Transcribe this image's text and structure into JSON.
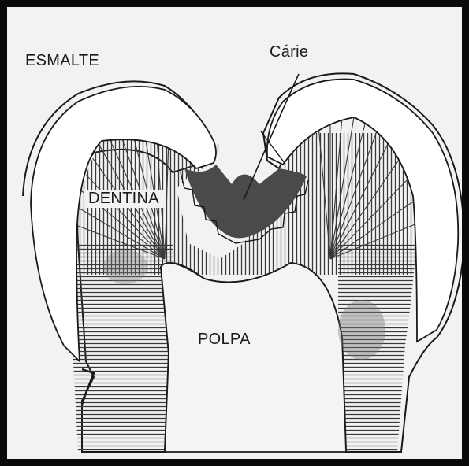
{
  "labels": {
    "esmalte": "ESMALTE",
    "carie": "Cárie",
    "dentina": "DENTINA",
    "polpa": "POLPA"
  },
  "colors": {
    "frame": "#0a0a0a",
    "background": "#f2f2f2",
    "enamel": "#ffffff",
    "dentin_lines": "#3a3a3a",
    "caries": "#4a4a4a",
    "outline": "#1a1a1a"
  }
}
